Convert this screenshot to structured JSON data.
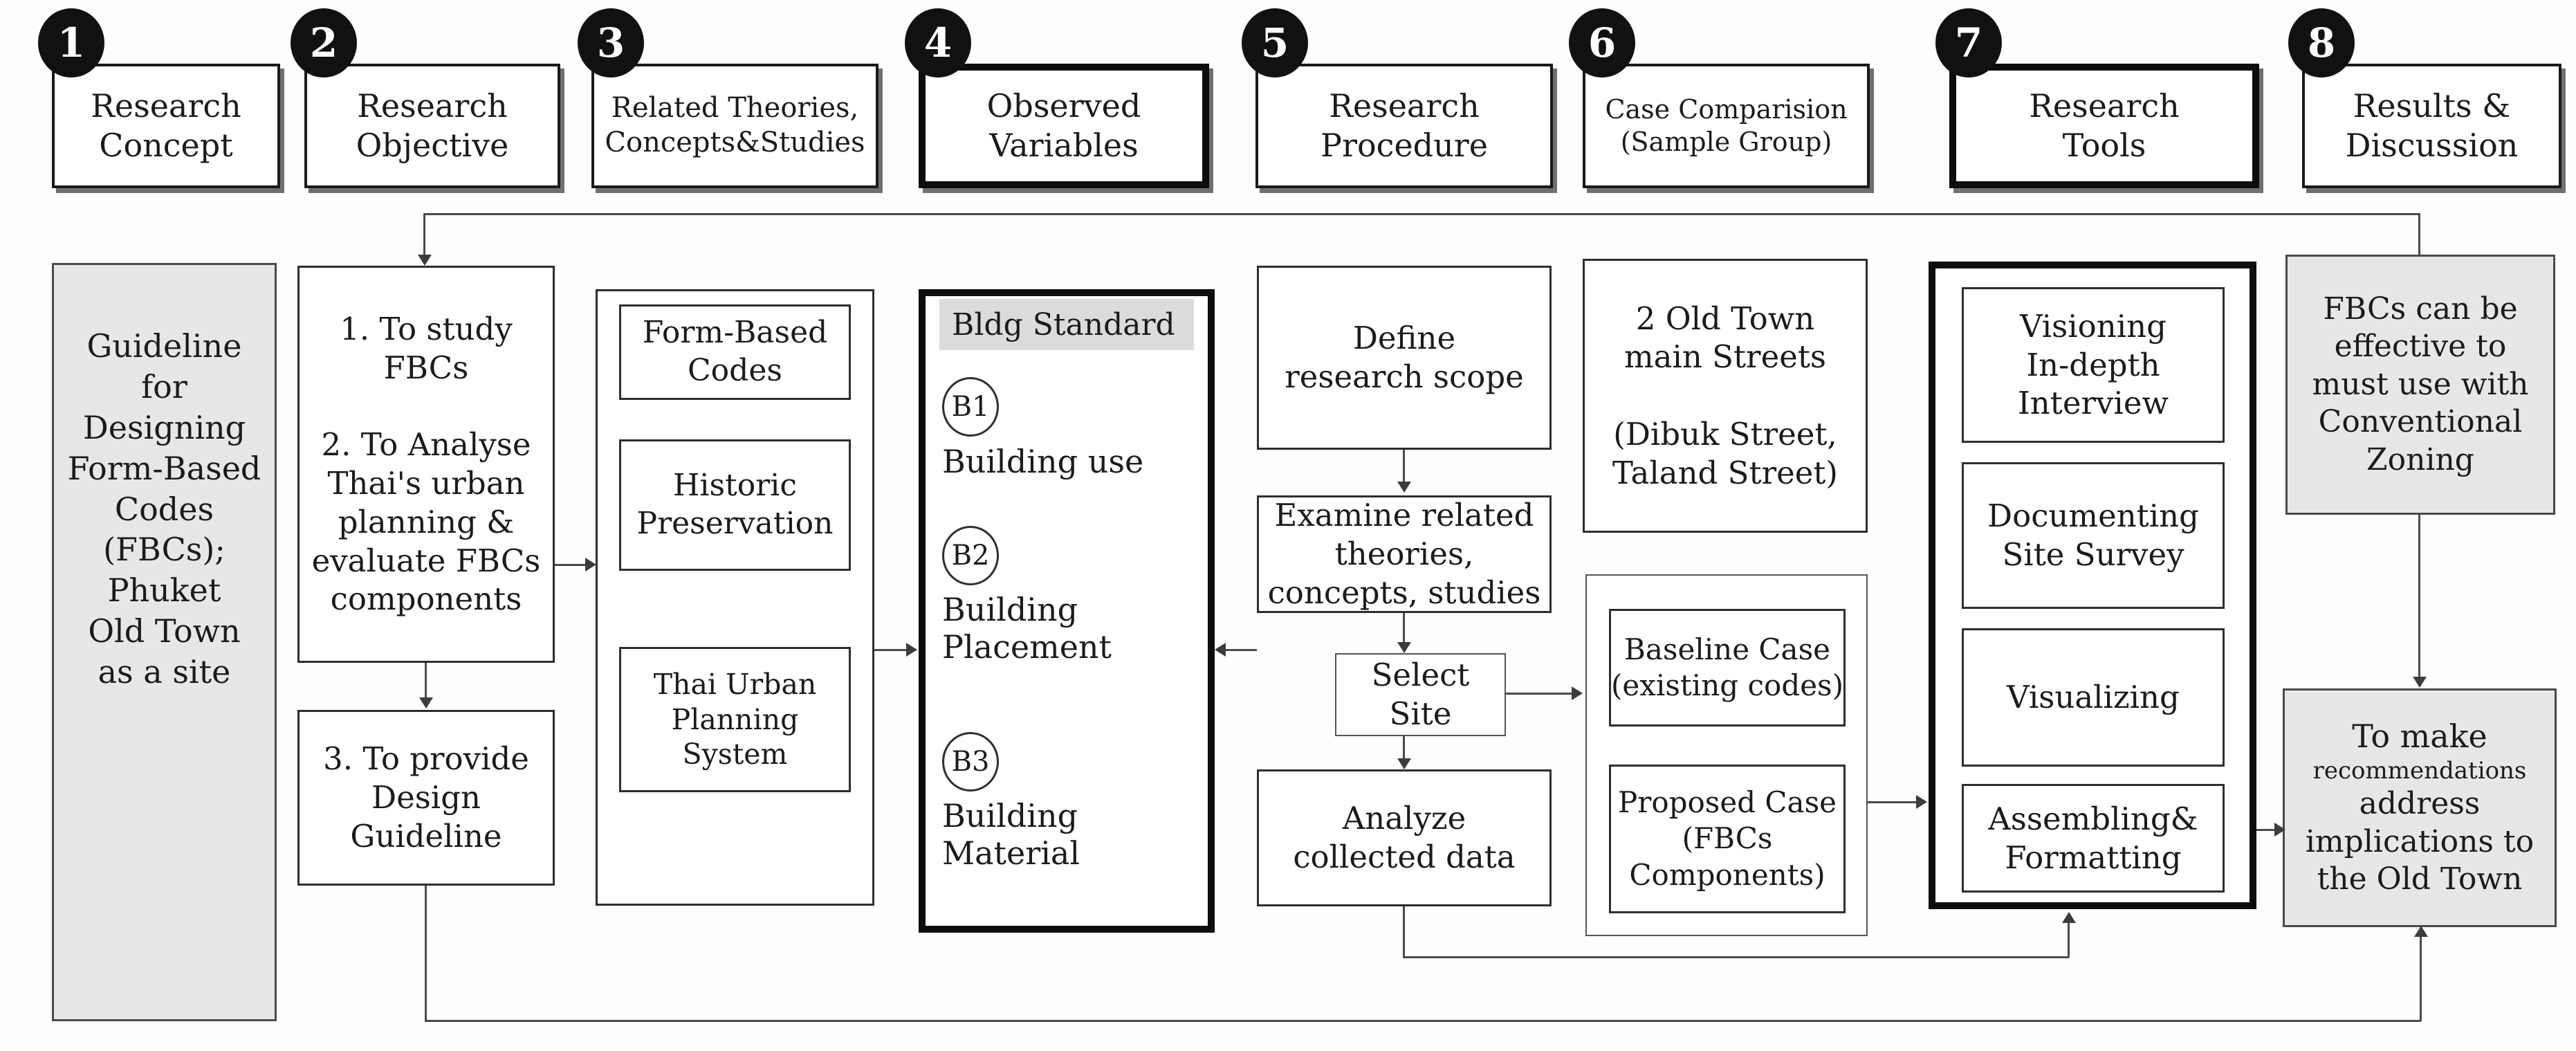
{
  "diagram": {
    "headers": [
      {
        "number": "1",
        "label": "Research\nConcept"
      },
      {
        "number": "2",
        "label": "Research\nObjective"
      },
      {
        "number": "3",
        "label": "Related Theories,\nConcepts&Studies"
      },
      {
        "number": "4",
        "label": "Observed\nVariables"
      },
      {
        "number": "5",
        "label": "Research\nProcedure"
      },
      {
        "number": "6",
        "label": "Case Comparision\n(Sample Group)"
      },
      {
        "number": "7",
        "label": "Research\nTools"
      },
      {
        "number": "8",
        "label": "Results &\nDiscussion"
      }
    ],
    "concept": {
      "text": "Guideline\nfor\nDesigning\nForm-Based\nCodes\n(FBCs);\nPhuket\nOld Town\nas a site"
    },
    "objectives": {
      "main": "1. To study\nFBCs\n\n2. To Analyse\nThai's urban\nplanning &\nevaluate FBCs\ncomponents",
      "provide": "3. To provide\nDesign\nGuideline"
    },
    "theories": [
      "Form-Based\nCodes",
      "Historic\nPreservation",
      "Thai Urban\nPlanning System"
    ],
    "variables": {
      "title": "Bldg Standard",
      "items": [
        {
          "code": "B1",
          "label": "Building use"
        },
        {
          "code": "B2",
          "label": "Building\nPlacement"
        },
        {
          "code": "B3",
          "label": "Building\nMaterial"
        }
      ]
    },
    "procedure": [
      "Define\nresearch scope",
      "Examine related\ntheories,\nconcepts, studies",
      "Select Site",
      "Analyze\ncollected data"
    ],
    "cases": {
      "sample": "2 Old Town\nmain Streets\n\n(Dibuk Street,\nTaland Street)",
      "baseline": "Baseline Case\n(existing codes)",
      "proposed": "Proposed Case\n(FBCs\nComponents)"
    },
    "tools": [
      "Visioning\nIn-depth\nInterview",
      "Documenting\nSite Survey",
      "Visualizing",
      "Assembling&\nFormatting"
    ],
    "results": {
      "finding": "FBCs can be\neffective to\nmust use with\nConventional\nZoning",
      "to_make": "To make",
      "recommendations": "recommendations",
      "address": "address\nimplications to\nthe Old Town"
    },
    "colors": {
      "gray_fill": "#e7e7e7",
      "highlight_fill": "#dcdcdc",
      "line": "#4a4a4a",
      "border": "#2e2e2e"
    }
  }
}
